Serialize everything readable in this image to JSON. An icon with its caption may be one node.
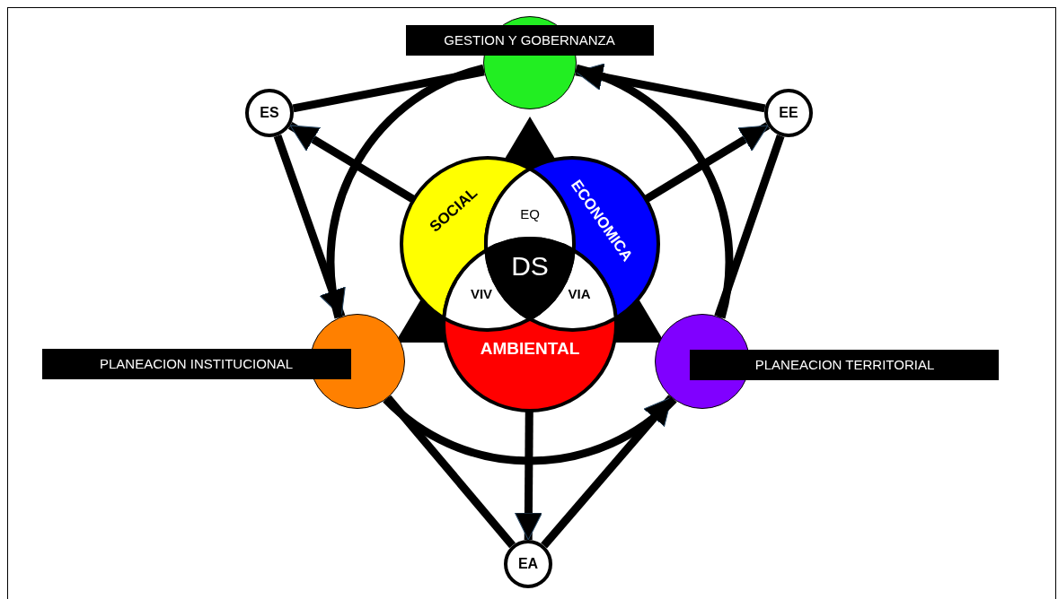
{
  "diagram": {
    "nodes": [
      {
        "text": [
          "GESTION Y GOBERNANZA"
        ]
      },
      {
        "text": [
          "ES"
        ]
      },
      {
        "text": [
          "EE"
        ]
      },
      {
        "text": [
          "PLANEACION INSTITUCIONAL"
        ]
      },
      {
        "text": [
          "PLANEACION TERRITORIAL"
        ]
      },
      {
        "text": [
          "EA"
        ]
      },
      {
        "text": [
          "SOCIAL"
        ]
      },
      {
        "text": [
          "ECONOMICA"
        ]
      },
      {
        "text": [
          "AMBIENTAL"
        ]
      },
      {
        "text": [
          "EQ"
        ]
      },
      {
        "text": [
          "VIV"
        ]
      },
      {
        "text": [
          "VIA"
        ]
      },
      {
        "text": [
          "DS"
        ]
      }
    ],
    "edges": [
      {
        "from": 0,
        "to": 1,
        "arrow": "none"
      },
      {
        "from": 6,
        "to": 1,
        "arrow": "to"
      },
      {
        "from": 1,
        "to": 3,
        "arrow": "to"
      },
      {
        "from": 2,
        "to": 0,
        "arrow": "to"
      },
      {
        "from": 7,
        "to": 2,
        "arrow": "to"
      },
      {
        "from": 4,
        "to": 2,
        "arrow": "none"
      },
      {
        "from": 8,
        "to": 5,
        "arrow": "to"
      },
      {
        "from": 3,
        "to": 5,
        "arrow": "none"
      },
      {
        "from": 5,
        "to": 4,
        "arrow": "to"
      },
      {
        "from": 0,
        "to": 3,
        "arrow": "none"
      },
      {
        "from": 0,
        "to": 4,
        "arrow": "none"
      },
      {
        "from": 3,
        "to": 4,
        "arrow": "none"
      }
    ]
  }
}
